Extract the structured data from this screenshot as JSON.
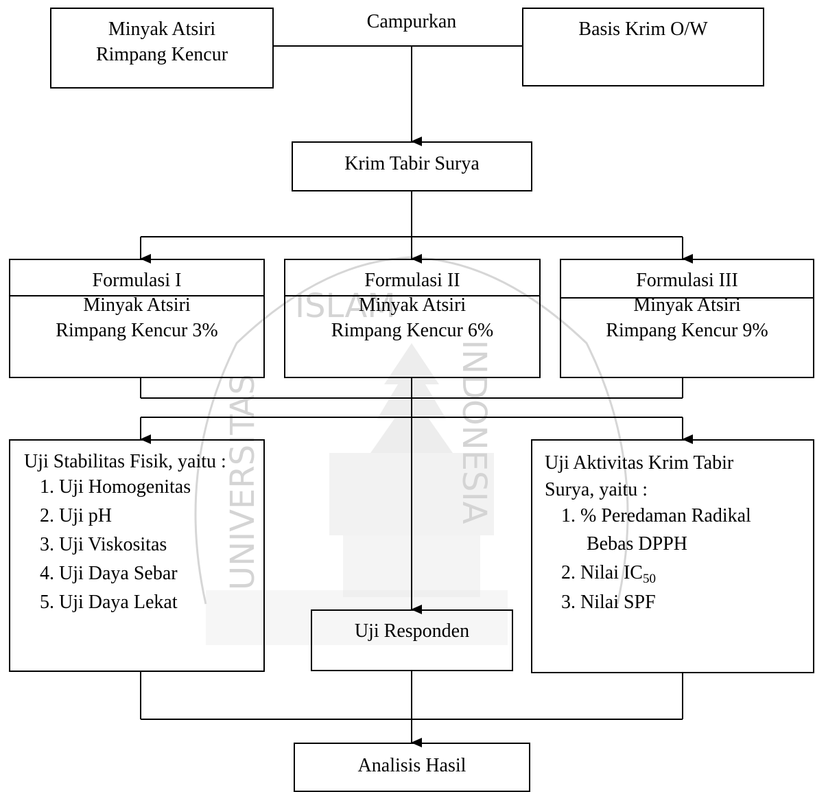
{
  "watermark": {
    "text_top": "ISLAM",
    "text_left": "UNIVERSITAS",
    "text_right": "INDONESIA"
  },
  "nodes": {
    "minyak_atsiri": {
      "line1": "Minyak Atsiri",
      "line2": "Rimpang Kencur"
    },
    "campurkan": "Campurkan",
    "basis_krim": "Basis Krim O/W",
    "krim_tabir_surya": "Krim Tabir Surya",
    "formulasi": [
      {
        "title": "Formulasi I",
        "line1": "Minyak Atsiri",
        "line2": "Rimpang Kencur 3%"
      },
      {
        "title": "Formulasi II",
        "line1": "Minyak Atsiri",
        "line2": "Rimpang Kencur 6%"
      },
      {
        "title": "Formulasi III",
        "line1": "Minyak Atsiri",
        "line2": "Rimpang Kencur 9%"
      }
    ],
    "uji_stabilitas": {
      "title": "Uji Stabilitas Fisik, yaitu :",
      "items": [
        "1. Uji Homogenitas",
        "2. Uji pH",
        "3. Uji Viskositas",
        "4. Uji Daya Sebar",
        "5. Uji Daya Lekat"
      ]
    },
    "uji_aktivitas": {
      "title_line1": "Uji Aktivitas Krim Tabir",
      "title_line2": "Surya, yaitu :",
      "item1_line1": "1. %  Peredaman Radikal",
      "item1_line2": "Bebas DPPH",
      "item2_main": "2. Nilai IC",
      "item2_sub": "50",
      "item3": "3. Nilai SPF"
    },
    "uji_responden": "Uji Responden",
    "analisis_hasil": "Analisis Hasil"
  }
}
